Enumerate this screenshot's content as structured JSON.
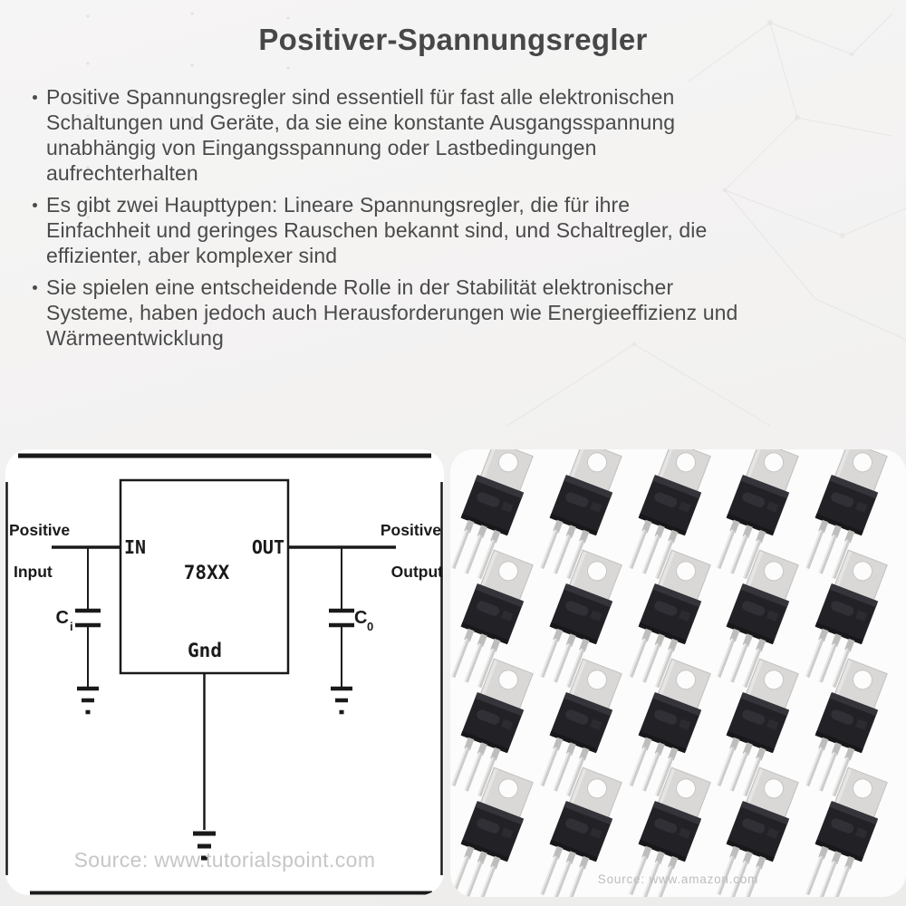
{
  "header": {
    "title": "Positiver-Spannungsregler"
  },
  "bullets": [
    {
      "text": "Positive Spannungsregler sind essentiell für fast alle elektronischen\nSchaltungen und Geräte, da sie eine konstante Ausgangsspannung\nunabhängig von Eingangsspannung oder Lastbedingungen\naufrechterhalten"
    },
    {
      "text": "Es gibt zwei Haupttypen: Lineare Spannungsregler, die für ihre\nEinfachheit und geringes Rauschen bekannt sind, und Schaltregler, die\neffizienter, aber komplexer sind"
    },
    {
      "text": "Sie spielen eine entscheidende Rolle in der Stabilität elektronischer\nSysteme, haben jedoch auch Herausforderungen wie Energieeffizienz und\nWärmeentwicklung"
    }
  ],
  "circuit": {
    "input_label_line1": "Positive",
    "input_label_line2": "Input",
    "output_label_line1": "Positive",
    "output_label_line2": "Output",
    "pin_in": "IN",
    "pin_out": "OUT",
    "chip": "78XX",
    "ground_pin": "Gnd",
    "cap_input_main": "C",
    "cap_input_sub": "i",
    "cap_output_main": "C",
    "cap_output_sub": "0",
    "source": "Source: www.tutorialspoint.com"
  },
  "photo": {
    "source": "Source: www.amazon.com",
    "component": "to220-voltage-regulator",
    "grid": {
      "rows": 4,
      "cols": 5
    }
  },
  "colors": {
    "title_text": "#474747",
    "body_text": "#4a4a4a",
    "circuit_ink": "#1a1a1a",
    "watermark": "#c6c6c6",
    "photo_source": "#bdbdbd",
    "card_bg": "#ffffff",
    "photo_bg": "#fcfcfc"
  }
}
